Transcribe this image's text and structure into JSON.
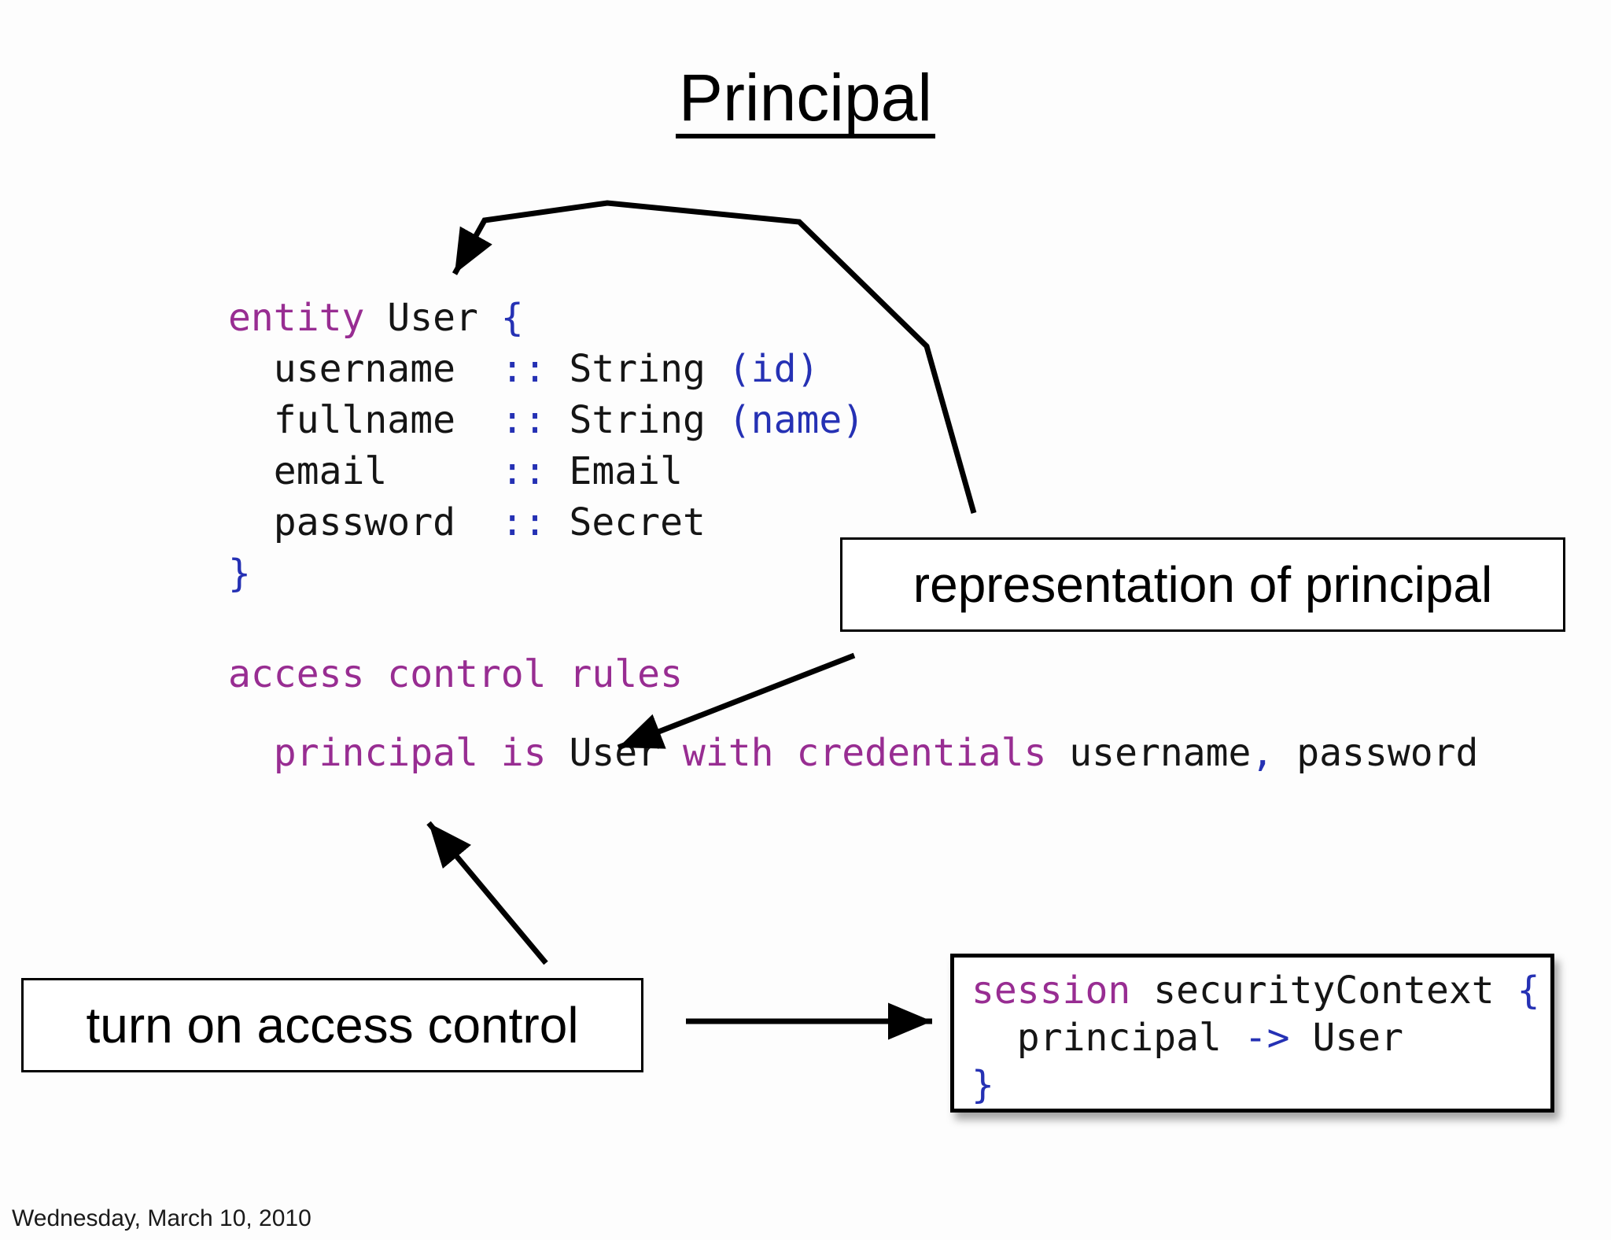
{
  "colors": {
    "keyword": "#982d92",
    "symbol": "#2531b4",
    "text": "#151515"
  },
  "slide": {
    "title": "Principal",
    "footer": "Wednesday, March 10, 2010"
  },
  "labels": {
    "representation": "representation of principal",
    "turn_on": "turn on access control"
  },
  "code_entity": [
    [
      {
        "t": "entity ",
        "c": "kw"
      },
      {
        "t": "User ",
        "c": "pl"
      },
      {
        "t": "{",
        "c": "sym"
      }
    ],
    [
      {
        "t": "  username  ",
        "c": "pl"
      },
      {
        "t": "::",
        "c": "sym"
      },
      {
        "t": " String ",
        "c": "pl"
      },
      {
        "t": "(id)",
        "c": "sym"
      }
    ],
    [
      {
        "t": "  fullname  ",
        "c": "pl"
      },
      {
        "t": "::",
        "c": "sym"
      },
      {
        "t": " String ",
        "c": "pl"
      },
      {
        "t": "(name)",
        "c": "sym"
      }
    ],
    [
      {
        "t": "  email     ",
        "c": "pl"
      },
      {
        "t": "::",
        "c": "sym"
      },
      {
        "t": " Email",
        "c": "pl"
      }
    ],
    [
      {
        "t": "  password  ",
        "c": "pl"
      },
      {
        "t": "::",
        "c": "sym"
      },
      {
        "t": " Secret",
        "c": "pl"
      }
    ],
    [
      {
        "t": "}",
        "c": "sym"
      }
    ]
  ],
  "code_rules_header": [
    [
      {
        "t": "access control rules",
        "c": "kw"
      }
    ]
  ],
  "code_principal_rule": [
    [
      {
        "t": "  ",
        "c": "pl"
      },
      {
        "t": "principal is ",
        "c": "kw"
      },
      {
        "t": "User ",
        "c": "pl"
      },
      {
        "t": "with credentials ",
        "c": "kw"
      },
      {
        "t": "username",
        "c": "pl"
      },
      {
        "t": ",",
        "c": "sym"
      },
      {
        "t": " password",
        "c": "pl"
      }
    ]
  ],
  "code_session": [
    [
      {
        "t": "session ",
        "c": "kw"
      },
      {
        "t": "securityContext ",
        "c": "pl"
      },
      {
        "t": "{",
        "c": "sym"
      }
    ],
    [
      {
        "t": "  principal ",
        "c": "pl"
      },
      {
        "t": "->",
        "c": "sym"
      },
      {
        "t": " User",
        "c": "pl"
      }
    ],
    [
      {
        "t": "}",
        "c": "sym"
      }
    ]
  ]
}
